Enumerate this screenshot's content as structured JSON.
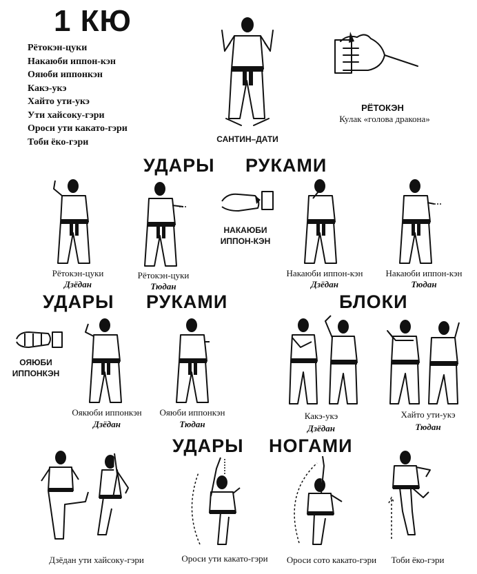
{
  "title": "1 КЮ",
  "techniques": [
    "Рётокэн-цуки",
    "Накаюби иппон-кэн",
    "Ояюби иппонкэн",
    "Какэ-укэ",
    "Хайто ути-укэ",
    "Ути хайсоку-гэри",
    "Ороси ути какато-гэри",
    "Тоби ёко-гэри"
  ],
  "stance_label": "САНТИН–ДАТИ",
  "ryotoken": {
    "title": "РЁТОКЭН",
    "subtitle": "Кулак «голова дракона»"
  },
  "headings": {
    "hands_1a": "УДАРЫ",
    "hands_1b": "РУКАМИ",
    "hands_2a": "УДАРЫ",
    "hands_2b": "РУКАМИ",
    "blocks": "БЛОКИ",
    "legs_a": "УДАРЫ",
    "legs_b": "НОГАМИ"
  },
  "nakayubi_label": [
    "НАКАЮБИ",
    "ИППОН-КЭН"
  ],
  "oyayubi_label": [
    "ОЯЮБИ",
    "ИППОНКЭН"
  ],
  "row1": [
    {
      "name": "Рётокэн-цуки",
      "level": "Дзёдан"
    },
    {
      "name": "Рётокэн-цуки",
      "level": "Тюдан"
    },
    {
      "name": "Накаюби иппон-кэн",
      "level": "Дзёдан"
    },
    {
      "name": "Накаюби иппон-кэн",
      "level": "Тюдан"
    }
  ],
  "row2": [
    {
      "name": "Оякюби иппонкэн",
      "level": "Дзёдан"
    },
    {
      "name": "Ояюби иппонкэн",
      "level": "Тюдан"
    },
    {
      "name": "Какэ-укэ",
      "level": "Дзёдан"
    },
    {
      "name": "Хайто ути-укэ",
      "level": "Тюдан"
    }
  ],
  "row3": [
    "Дзёдан ути хайсоку-гэри",
    "Ороси ути какато-гэри",
    "Ороси сото какато-гэри",
    "Тоби ёко-гэри"
  ]
}
